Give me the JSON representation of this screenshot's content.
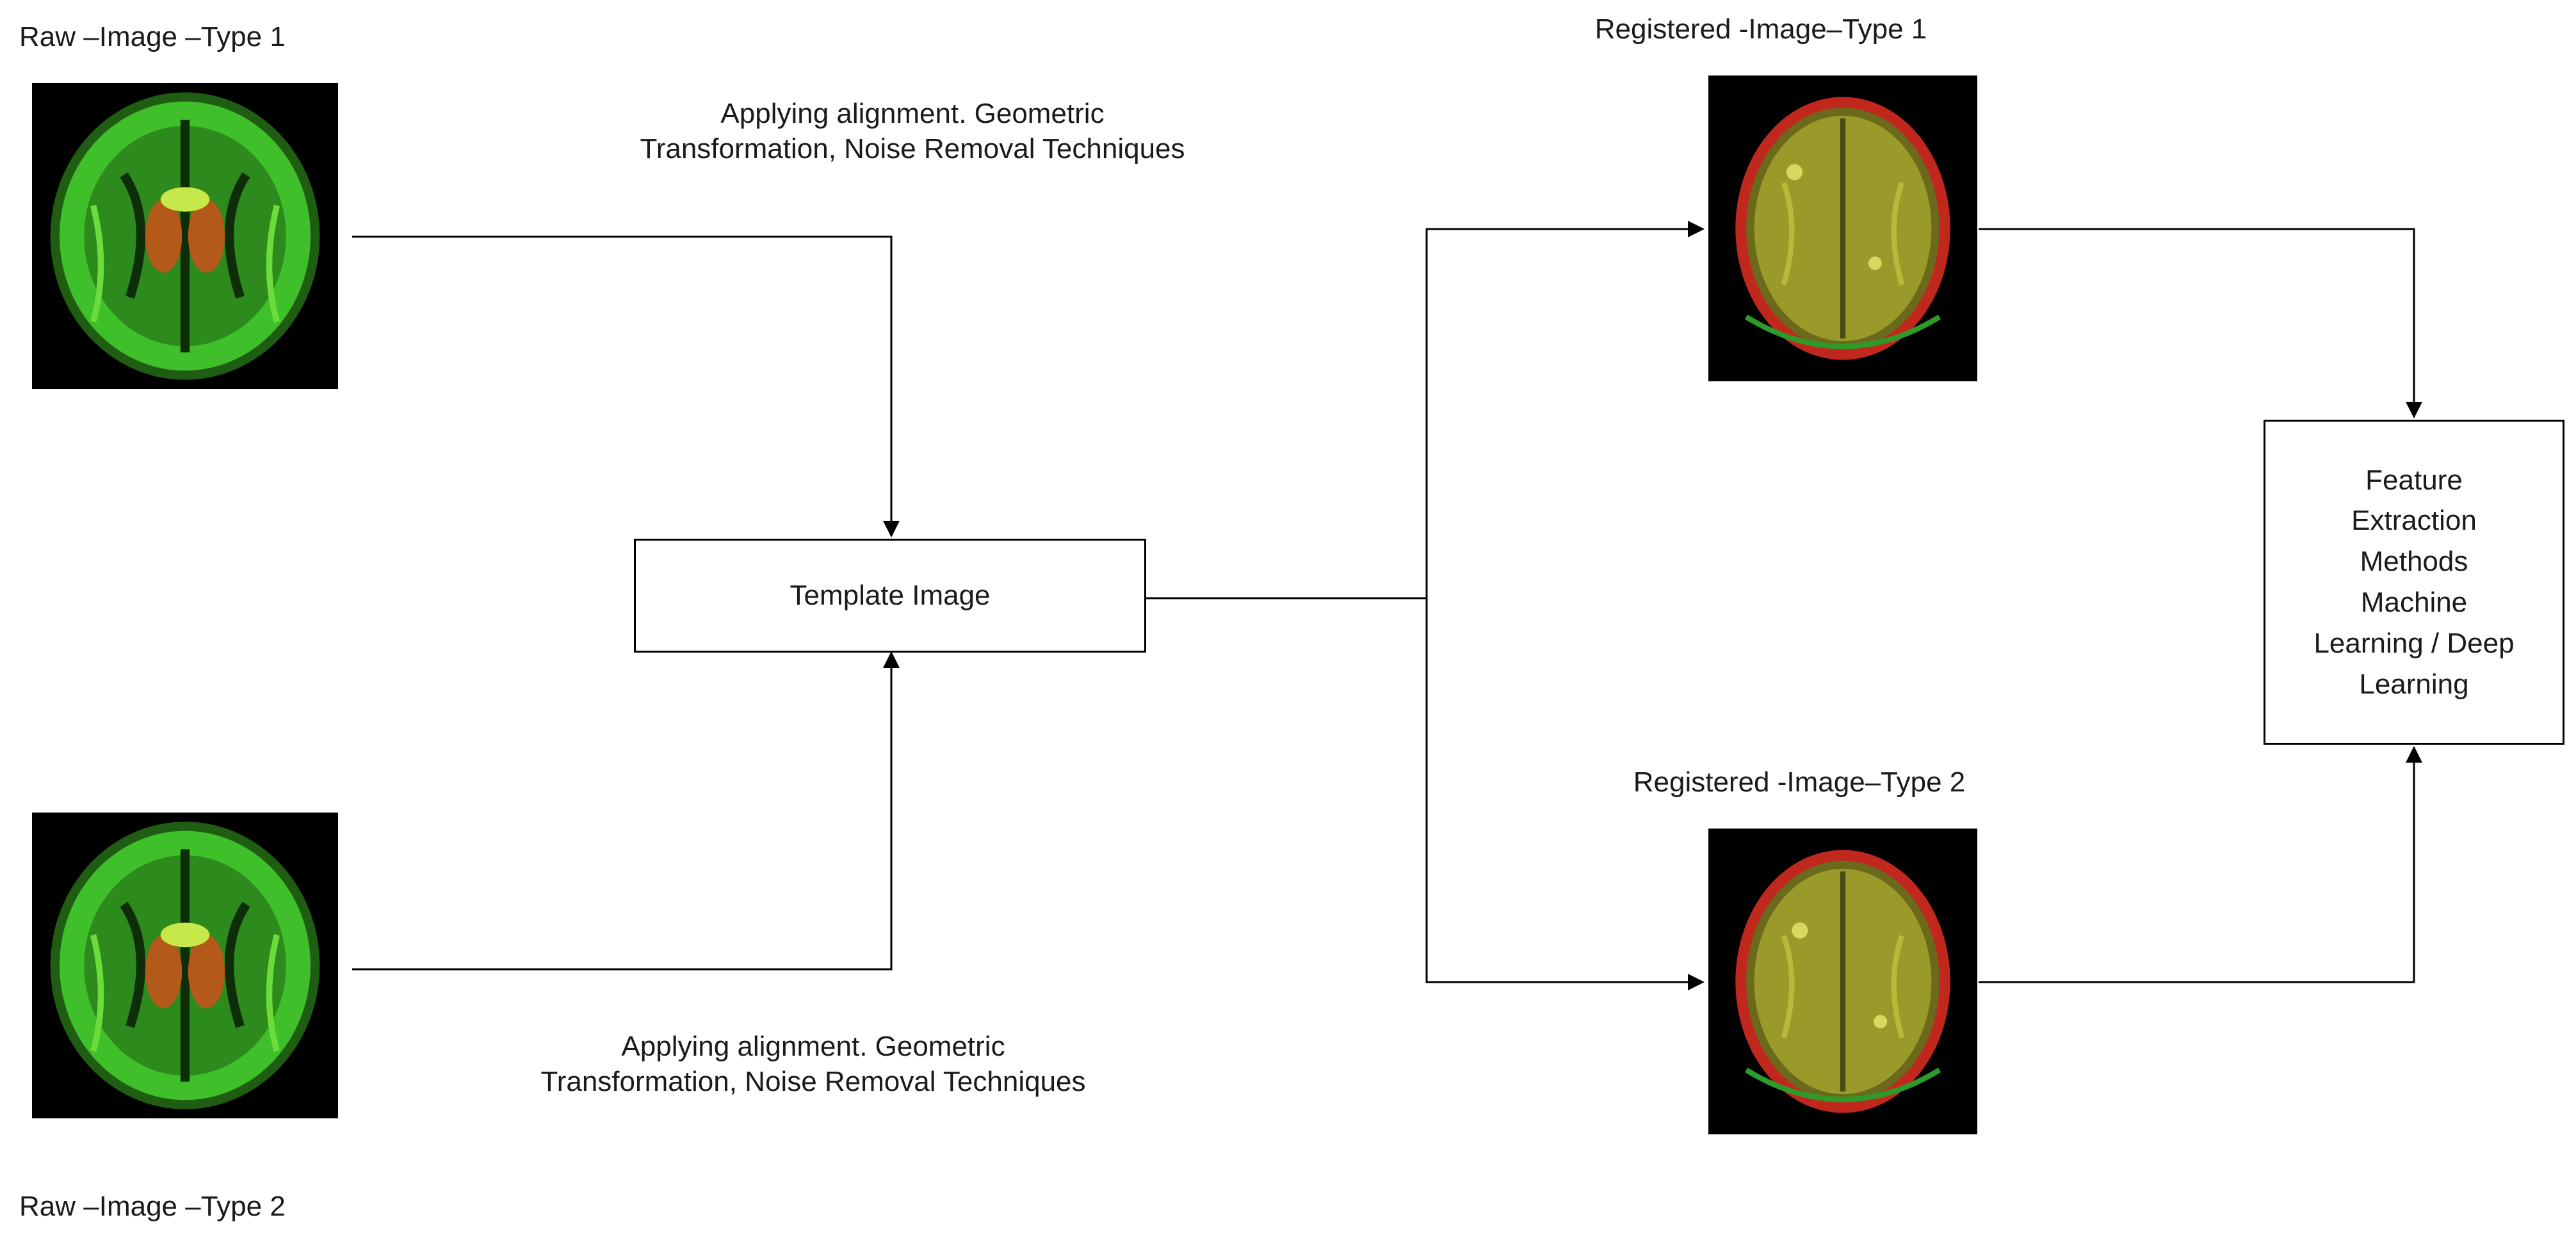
{
  "labels": {
    "raw_type1": "Raw –Image –Type 1",
    "raw_type2": "Raw –Image –Type 2",
    "registered_type1": "Registered -Image–Type 1",
    "registered_type2": "Registered -Image–Type 2"
  },
  "annotations": {
    "top_line1": "Applying alignment. Geometric",
    "top_line2": "Transformation,  Noise Removal Techniques",
    "bottom_line1": "Applying alignment. Geometric",
    "bottom_line2": "Transformation,  Noise Removal Techniques"
  },
  "boxes": {
    "template": "Template Image",
    "feature_lines": [
      "Feature",
      "Extraction",
      "Methods",
      "Machine",
      "Learning / Deep",
      "Learning"
    ]
  },
  "icons": {
    "raw_image": "brain-mri-green-icon",
    "registered_image": "brain-mri-red-yellow-icon"
  },
  "colors": {
    "line": "#000000",
    "raw_tissue": "#3fbf2a",
    "registered_tissue": "#9a9a2a",
    "registered_rim": "#c0281e"
  }
}
